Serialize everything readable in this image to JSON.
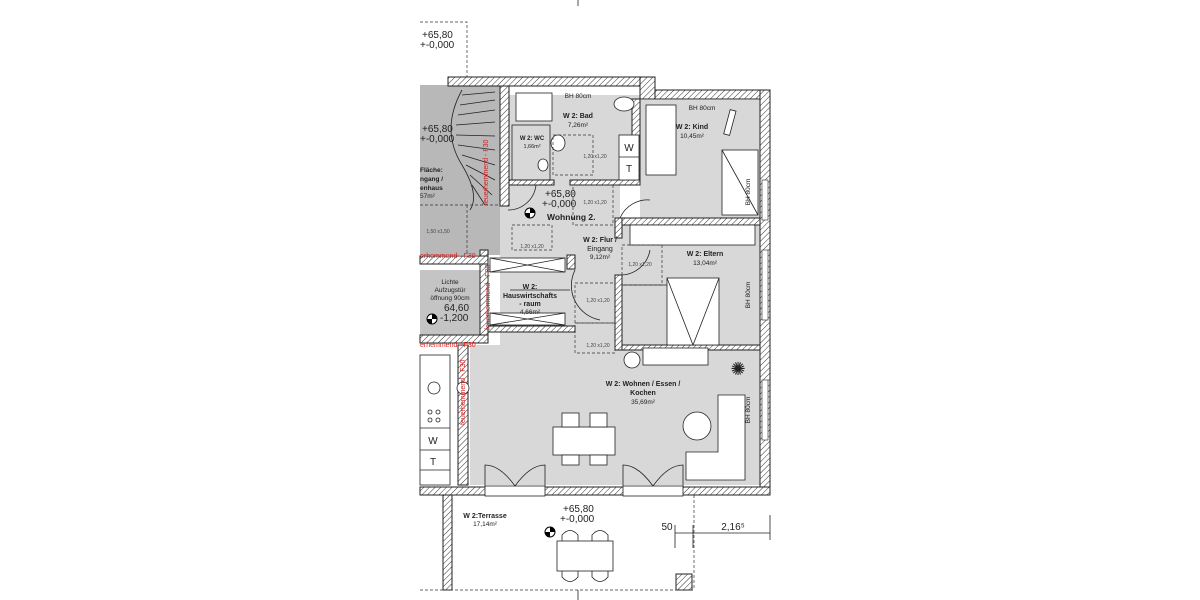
{
  "plan": {
    "levels": {
      "top_left": {
        "height": "+65,80",
        "rel": "+-0,000"
      },
      "stair": {
        "height": "+65,80",
        "rel": "+-0,000"
      },
      "entry": {
        "height": "+65,80",
        "rel": "+-0,000"
      },
      "elevator": {
        "height": "64,60",
        "rel": "-1,200"
      },
      "terrace": {
        "height": "+65,80",
        "rel": "+-0,000"
      }
    },
    "unit_label": "Wohnung 2.",
    "rooms": {
      "bad": {
        "name": "W 2: Bad",
        "area": "7,26m²"
      },
      "wc": {
        "name": "W 2: WC",
        "area": "1,66m²"
      },
      "kind": {
        "name": "W 2: Kind",
        "area": "10,45m²"
      },
      "flur": {
        "name1": "W 2: Flur /",
        "name2": "Eingang",
        "area": "9,12m²"
      },
      "eltern": {
        "name": "W 2: Eltern",
        "area": "13,04m²"
      },
      "hwr": {
        "name1": "W 2:",
        "name2": "Hauswirtschafts",
        "name3": "- raum",
        "area": "4,66m²"
      },
      "wohnen": {
        "name1": "W 2: Wohnen / Essen /",
        "name2": "Kochen",
        "area": "35,69m²"
      },
      "terrasse": {
        "name": "W 2:Terrasse",
        "area": "17,14m²"
      },
      "stair_hall": {
        "line1": "Fläche:",
        "line2": "ngang /",
        "line3": "enhaus",
        "area": "57m²",
        "clear": "1,50 x1,50"
      }
    },
    "elevator": {
      "line1": "Lichte",
      "line2": "Aufzugstür",
      "line3": "öffnung 90cm"
    },
    "sill_labels": {
      "bh": "BH 80cm"
    },
    "clearances": {
      "turn": "1,20 x1,20"
    },
    "appliances": {
      "washer": "W",
      "dryer": "T"
    },
    "fire_labels": {
      "f30_a": "erhemmend - F30",
      "f30_b": "erhemmend - F30",
      "f30_v": "feuerhemmend - F30"
    },
    "dimensions": {
      "d1": "50",
      "d2": "2,16⁵"
    },
    "colors": {
      "wall": "#222222",
      "floor": "#d8d8d8",
      "stair": "#b8b8b8",
      "fire": "#d42020"
    }
  }
}
